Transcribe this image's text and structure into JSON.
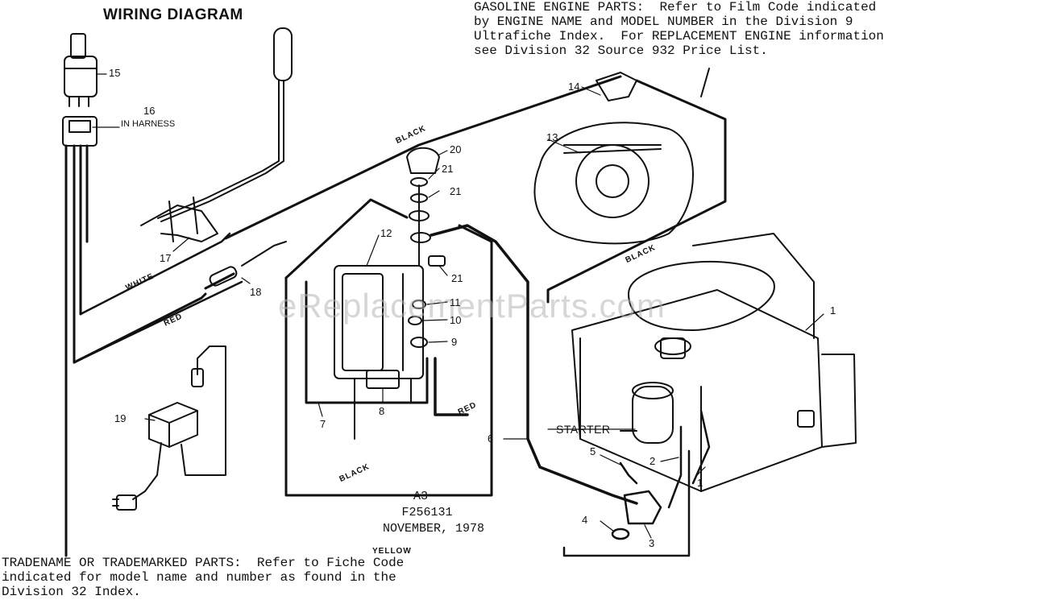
{
  "title": "WIRING DIAGRAM",
  "note_top": [
    "GASOLINE ENGINE PARTS:  Refer to Film Code indicated",
    "by ENGINE NAME and MODEL NUMBER in the Division 9",
    "Ultrafiche Index.  For REPLACEMENT ENGINE information",
    "see Division 32 Source 932 Price List."
  ],
  "note_bottom": [
    "TRADENAME OR TRADEMARKED PARTS:  Refer to Fiche Code",
    "indicated for model name and number as found in the",
    "Division 32 Index."
  ],
  "code": {
    "line1": "A3",
    "line2": "F256131",
    "line3": "NOVEMBER, 1978"
  },
  "harness_label": "IN HARNESS",
  "starter_label": "STARTER",
  "watermark": "eReplacementParts.com",
  "wires": {
    "black_top": "BLACK",
    "black_right": "BLACK",
    "black_bottom": "BLACK",
    "white": "WHITE",
    "red_left": "RED",
    "red_right": "RED",
    "yellow": "YELLOW"
  },
  "part_labels": {
    "p15": "15",
    "p16": "16",
    "p17": "17",
    "p18": "18",
    "p19": "19",
    "p20": "20",
    "p21a": "21",
    "p21b": "21",
    "p21c": "21",
    "p12": "12",
    "p11": "11",
    "p10": "10",
    "p9": "9",
    "p8": "8",
    "p7": "7",
    "p6": "6",
    "p5": "5",
    "p4": "4",
    "p3": "3",
    "p2": "2",
    "p1a": "1",
    "p1b": "1",
    "p13": "13",
    "p14": "14"
  }
}
